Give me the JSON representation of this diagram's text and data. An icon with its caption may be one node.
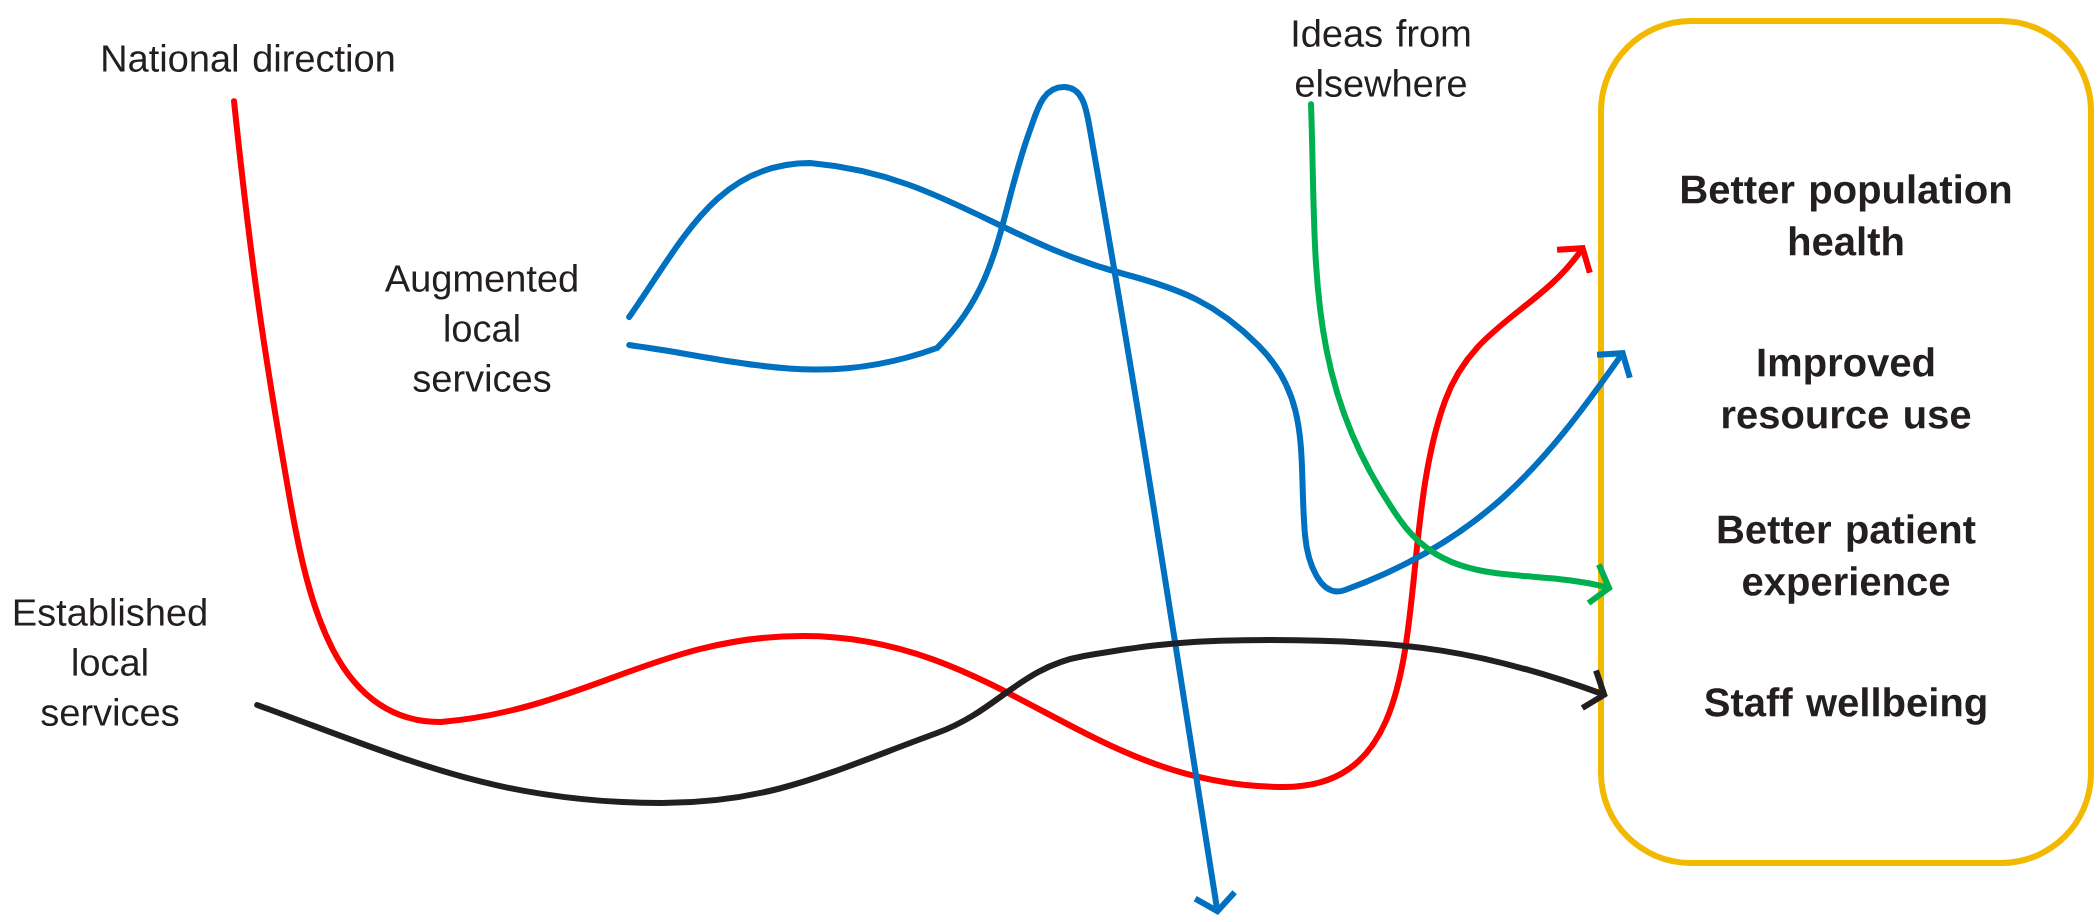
{
  "diagram": {
    "nodes": [
      {
        "text": [
          "National direction"
        ]
      },
      {
        "text": [
          "Ideas from elsewhere"
        ]
      },
      {
        "text": [
          "Augmented local services"
        ]
      },
      {
        "text": [
          "Established local services"
        ]
      },
      {
        "text": [],
        "shape": "box"
      },
      {
        "text": [
          "Better population health"
        ],
        "in": 4
      },
      {
        "text": [
          "Improved resource use"
        ],
        "in": 4
      },
      {
        "text": [
          "Better patient experience"
        ],
        "in": 4
      },
      {
        "text": [
          "Staff wellbeing"
        ],
        "in": 4
      }
    ],
    "edges": [
      {
        "from": 0,
        "to": 5,
        "arrow": "to",
        "color": "#ff0000"
      },
      {
        "from": 2,
        "to": 6,
        "arrow": "to",
        "color": "#0070c0"
      },
      {
        "from": 2,
        "to": null,
        "arrow": "to",
        "color": "#0070c0"
      },
      {
        "from": 1,
        "to": 7,
        "arrow": "to",
        "color": "#00b050"
      },
      {
        "from": 3,
        "to": 8,
        "arrow": "to",
        "color": "#231f20"
      }
    ]
  }
}
